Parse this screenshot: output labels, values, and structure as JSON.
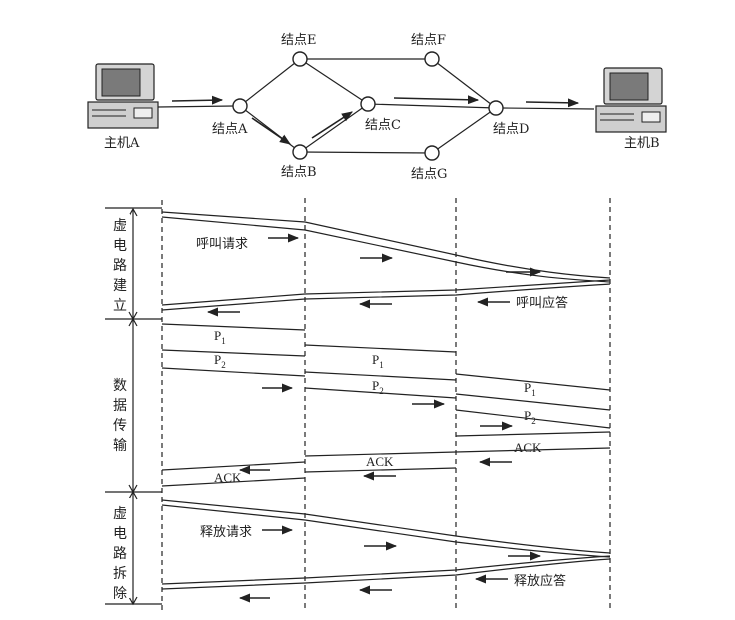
{
  "network": {
    "hosts": {
      "a": "主机A",
      "b": "主机B"
    },
    "nodes": {
      "a": "结点A",
      "b": "结点B",
      "c": "结点C",
      "d": "结点D",
      "e": "结点E",
      "f": "结点F",
      "g": "结点G"
    }
  },
  "timing": {
    "phases": {
      "setup": [
        "虚",
        "电",
        "路",
        "建",
        "立"
      ],
      "transfer": [
        "数",
        "据",
        "传",
        "输"
      ],
      "teardown": [
        "虚",
        "电",
        "路",
        "拆",
        "除"
      ]
    },
    "messages": {
      "call_request": "呼叫请求",
      "call_accept": "呼叫应答",
      "release_request": "释放请求",
      "release_accept": "释放应答"
    },
    "packets": {
      "p_letter": "P",
      "p1_sub": "1",
      "p2_sub": "2",
      "ack": "ACK"
    }
  },
  "colors": {
    "line": "#222222",
    "node_fill": "#ffffff",
    "monitor_screen": "#7a7a7a",
    "monitor_body": "#d4d4d4"
  }
}
